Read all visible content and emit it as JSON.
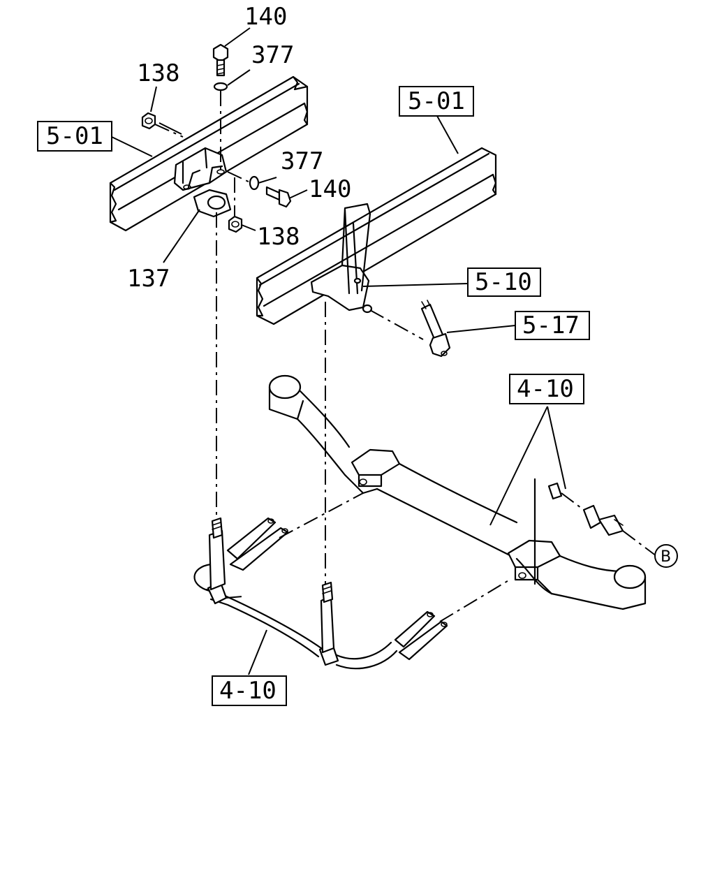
{
  "diagram": {
    "callouts": {
      "bolt_top": "140",
      "washer_top": "377",
      "nut_left": "138",
      "washer_side": "377",
      "bolt_side": "140",
      "nut_lower": "138",
      "bracket": "137"
    },
    "ref_boxes": {
      "frame_left": "5-01",
      "frame_right": "5-01",
      "bracket_right": "5-10",
      "link_rod": "5-17",
      "axle": "4-10",
      "stabilizer": "4-10"
    },
    "connector": "B"
  }
}
